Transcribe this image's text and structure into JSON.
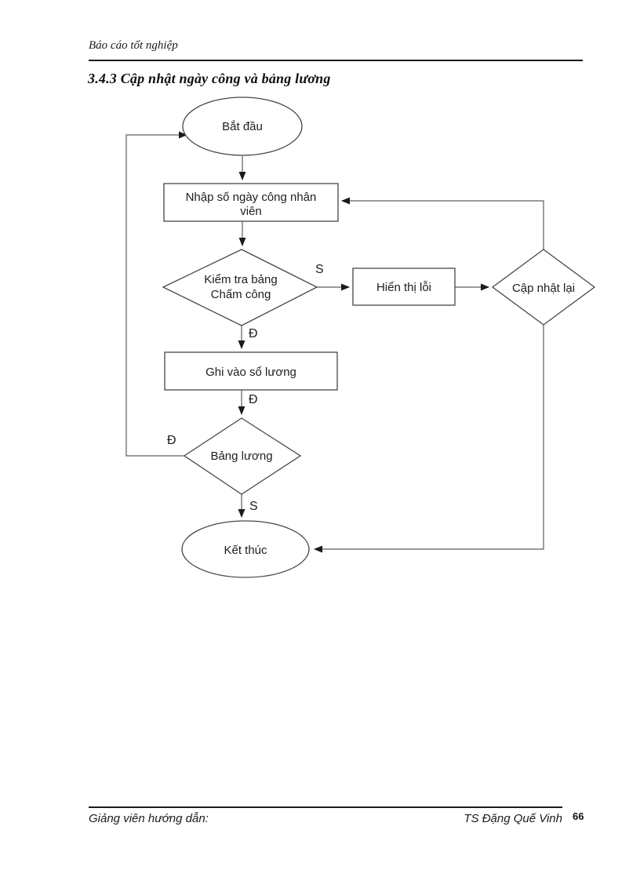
{
  "page": {
    "header": {
      "title": "Báo cáo tốt nghiệp"
    },
    "section_title": "3.4.3 Cập nhật ngày công và bảng lương",
    "footer": {
      "left": "Giảng viên hướng dẫn:",
      "right": "TS Đặng Quế Vinh",
      "page_number": "66"
    }
  },
  "flowchart": {
    "nodes": {
      "start": {
        "type": "ellipse",
        "label": "Bắt đầu"
      },
      "input": {
        "type": "rect",
        "lines": [
          "Nhập số ngày công nhân",
          "viên"
        ]
      },
      "check": {
        "type": "diamond",
        "lines": [
          "Kiểm tra bảng",
          "Chấm công"
        ]
      },
      "error": {
        "type": "rect",
        "label": "Hiển thị lỗi"
      },
      "update": {
        "type": "diamond",
        "label": "Cập nhật lại"
      },
      "write": {
        "type": "rect",
        "label": "Ghi vào sổ lương"
      },
      "payroll": {
        "type": "diamond",
        "label": "Bảng lương"
      },
      "end": {
        "type": "ellipse",
        "label": "Kết thúc"
      }
    },
    "edge_labels": {
      "check_s": "S",
      "check_d": "Đ",
      "write_d": "Đ",
      "payroll_d": "Đ",
      "payroll_s": "S"
    },
    "colors": {
      "shape_stroke": "#464646",
      "connector": "#5d5d5d",
      "text": "#1d1d1d"
    }
  }
}
